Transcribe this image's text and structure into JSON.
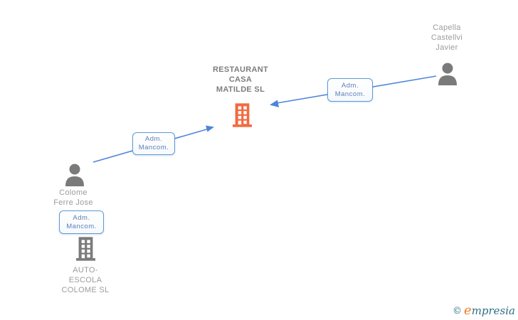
{
  "diagram": {
    "nodes": {
      "main_company": {
        "type": "company",
        "name_lines": [
          "RESTAURANT",
          "CASA",
          "MATILDE SL"
        ]
      },
      "person_right": {
        "type": "person",
        "name_lines": [
          "Capella",
          "Castellvi",
          "Javier"
        ]
      },
      "person_left": {
        "type": "person",
        "name_lines": [
          "Colome",
          "Ferre Jose"
        ]
      },
      "company_left": {
        "type": "company",
        "name_lines": [
          "AUTO-",
          "ESCOLA",
          "COLOME SL"
        ]
      }
    },
    "relations": [
      {
        "from": "Capella Castellvi Javier",
        "to": "RESTAURANT CASA MATILDE SL",
        "label": "Adm. Mancom."
      },
      {
        "from": "Colome Ferre Jose",
        "to": "RESTAURANT CASA MATILDE SL",
        "label": "Adm. Mancom."
      },
      {
        "from": "Colome Ferre Jose",
        "to": "AUTO-ESCOLA COLOME SL",
        "label": "Adm. Mancom."
      }
    ],
    "colors": {
      "main_company_icon": "#f26a40",
      "secondary_icon": "#7a7a7a",
      "arrow": "#4d86d8",
      "box_border": "#5b9bd5",
      "box_text": "#5b7fb5",
      "main_text": "#7d7d7d",
      "secondary_text": "#9c9c9c"
    }
  },
  "logo": {
    "copyright": "©",
    "first_letter": "e",
    "rest": "mpresia"
  }
}
